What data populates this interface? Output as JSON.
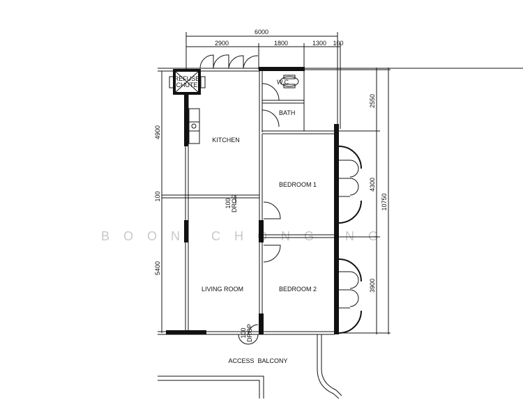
{
  "plan": {
    "dimensions": {
      "overall_width": "6000",
      "segments_top": [
        "2900",
        "1800",
        "1300",
        "100"
      ],
      "right_segments": [
        "2550",
        "4300",
        "3900"
      ],
      "overall_depth": "10750",
      "left_segments": [
        "4900",
        "100",
        "5400"
      ]
    },
    "rooms": {
      "refuse_chute_line1": "REFUSE",
      "refuse_chute_line2": "CHUTE",
      "wc": "W.C",
      "bath": "BATH",
      "kitchen": "KITCHEN",
      "bedroom1": "BEDROOM 1",
      "bedroom2": "BEDROOM 2",
      "living_room": "LIVING ROOM",
      "access_balcony": "ACCESS  BALCONY"
    },
    "drops": {
      "drop_upper_num": "100",
      "drop_upper_word": "DROP",
      "drop_lower_num": "100",
      "drop_lower_word": "DROP"
    },
    "watermark": "BOON CHONG NG"
  }
}
